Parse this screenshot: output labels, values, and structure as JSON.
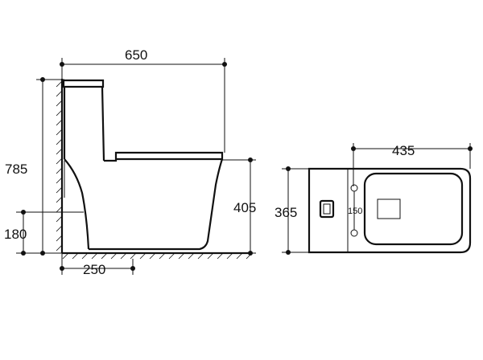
{
  "side_view": {
    "width_dim": "650",
    "total_height_dim": "785",
    "bowl_height_dim": "405",
    "outlet_height_dim": "180",
    "rough_in_dim": "250"
  },
  "top_view": {
    "length_dim": "435",
    "width_dim": "365",
    "hole_spacing_dim": "150"
  },
  "colors": {
    "ink": "#111111",
    "background": "#ffffff"
  }
}
